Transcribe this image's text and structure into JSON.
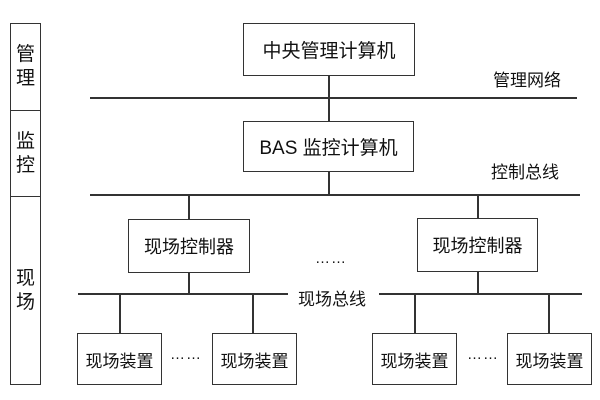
{
  "diagram": {
    "sidebar": {
      "layers": [
        {
          "label": "管理"
        },
        {
          "label": "监控"
        },
        {
          "label": "现场"
        }
      ]
    },
    "nodes": {
      "central_computer": {
        "label": "中央管理计算机"
      },
      "bas_computer": {
        "label": "BAS 监控计算机"
      },
      "field_controller_left": {
        "label": "现场控制器"
      },
      "field_controller_right": {
        "label": "现场控制器"
      },
      "field_device_1": {
        "label": "现场装置"
      },
      "field_device_2": {
        "label": "现场装置"
      },
      "field_device_3": {
        "label": "现场装置"
      },
      "field_device_4": {
        "label": "现场装置"
      }
    },
    "buses": {
      "management_network": {
        "label": "管理网络"
      },
      "control_bus": {
        "label": "控制总线"
      },
      "field_bus": {
        "label": "现场总线"
      }
    },
    "ellipsis": {
      "between_controllers": "……",
      "between_devices_left": "……",
      "between_devices_right": "……"
    },
    "colors": {
      "line": "#333333",
      "text": "#111111",
      "background": "#ffffff"
    }
  }
}
